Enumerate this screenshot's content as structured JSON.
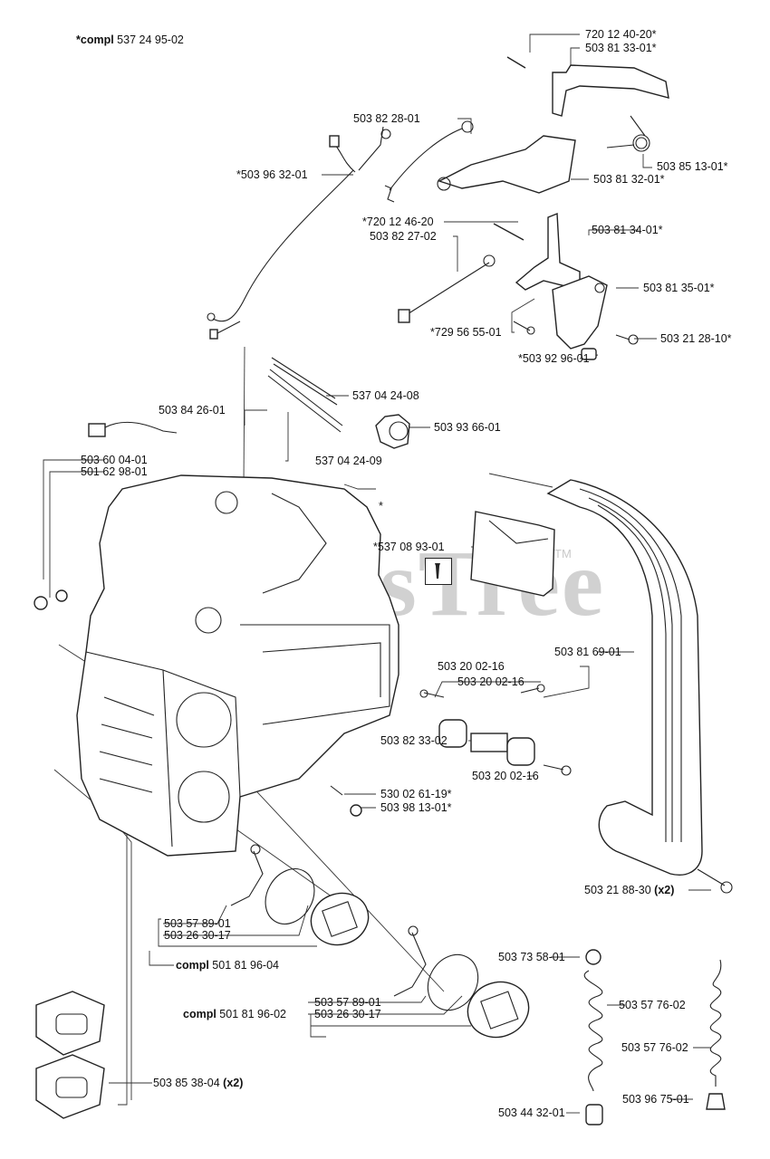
{
  "title": {
    "prefix": "*compl",
    "number": "537 24 95-02"
  },
  "watermark": {
    "text": "PartsTree",
    "tm": "TM"
  },
  "labels": {
    "p720_12_40_20": "720 12 40-20*",
    "p503_81_33_01": "503 81 33-01*",
    "p503_82_28_01": "503 82 28-01",
    "p503_96_32_01": "*503 96 32-01",
    "p503_85_13_01": "503 85 13-01*",
    "p503_81_32_01": "503 81 32-01*",
    "p720_12_46_20": "*720 12 46-20",
    "p503_82_27_02": "503 82 27-02",
    "p503_81_34_01": "503 81 34-01*",
    "p503_81_35_01": "503 81 35-01*",
    "p729_56_55_01": "*729 56 55-01",
    "p503_21_28_10": "503 21 28-10*",
    "p503_92_96_01": "*503 92 96-01",
    "p537_04_24_08": "537 04 24-08",
    "p503_84_26_01": "503 84 26-01",
    "p503_93_66_01": "503 93 66-01",
    "p537_04_24_09": "537 04 24-09",
    "p503_60_04_01": "503 60 04-01",
    "p501_62_98_01": "501 62 98-01",
    "star": "*",
    "p537_08_93_01": "*537 08 93-01",
    "p503_81_69_01": "503 81 69-01",
    "p503_20_02_16_a": "503 20 02-16",
    "p503_20_02_16_b": "503 20 02-16",
    "p503_82_33_02": "503 82 33-02",
    "p503_20_02_16_c": "503 20 02-16",
    "p530_02_61_19": "530 02 61-19*",
    "p503_98_13_01": "503 98 13-01*",
    "p503_21_88_30": "503 21 88-30",
    "p503_21_88_30_qty": "(x2)",
    "p503_57_89_01_a": "503 57 89-01",
    "p503_26_30_17_a": "503 26 30-17",
    "compl_a_prefix": "compl",
    "compl_a_number": "501 81 96-04",
    "p503_73_58_01": "503 73 58-01",
    "p503_57_76_02_a": "503 57 76-02",
    "p503_57_76_02_b": "503 57 76-02",
    "compl_b_prefix": "compl",
    "compl_b_number": "501 81 96-02",
    "p503_57_89_01_b": "503 57 89-01",
    "p503_26_30_17_b": "503 26 30-17",
    "p503_85_38_04": "503 85 38-04",
    "p503_85_38_04_qty": "(x2)",
    "p503_44_32_01": "503 44 32-01",
    "p503_96_75_01": "503 96 75-01"
  },
  "icons": {
    "service_tool": "wrench-icon"
  }
}
